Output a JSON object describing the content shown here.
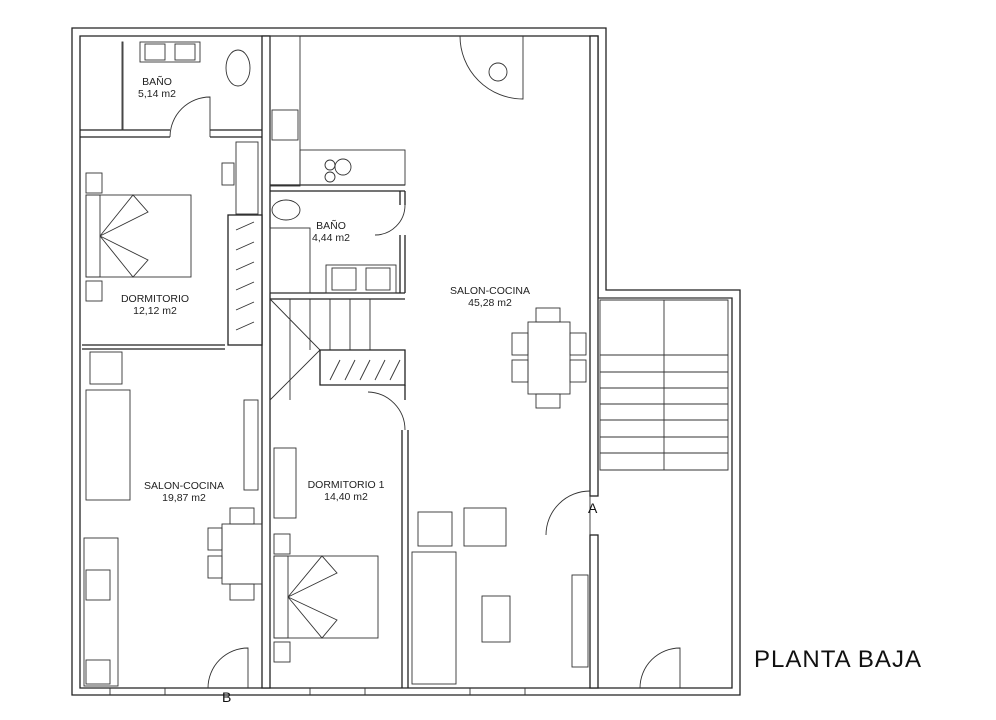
{
  "plan": {
    "title": "PLANTA BAJA",
    "rooms": [
      {
        "name": "BAÑO",
        "area": "5,14 m2"
      },
      {
        "name": "DORMITORIO",
        "area": "12,12 m2"
      },
      {
        "name": "SALON-COCINA",
        "area": "19,87 m2"
      },
      {
        "name": "BAÑO",
        "area": "4,44 m2"
      },
      {
        "name": "SALON-COCINA",
        "area": "45,28 m2"
      },
      {
        "name": "DORMITORIO 1",
        "area": "14,40 m2"
      }
    ],
    "entrances": [
      "A",
      "B"
    ]
  }
}
